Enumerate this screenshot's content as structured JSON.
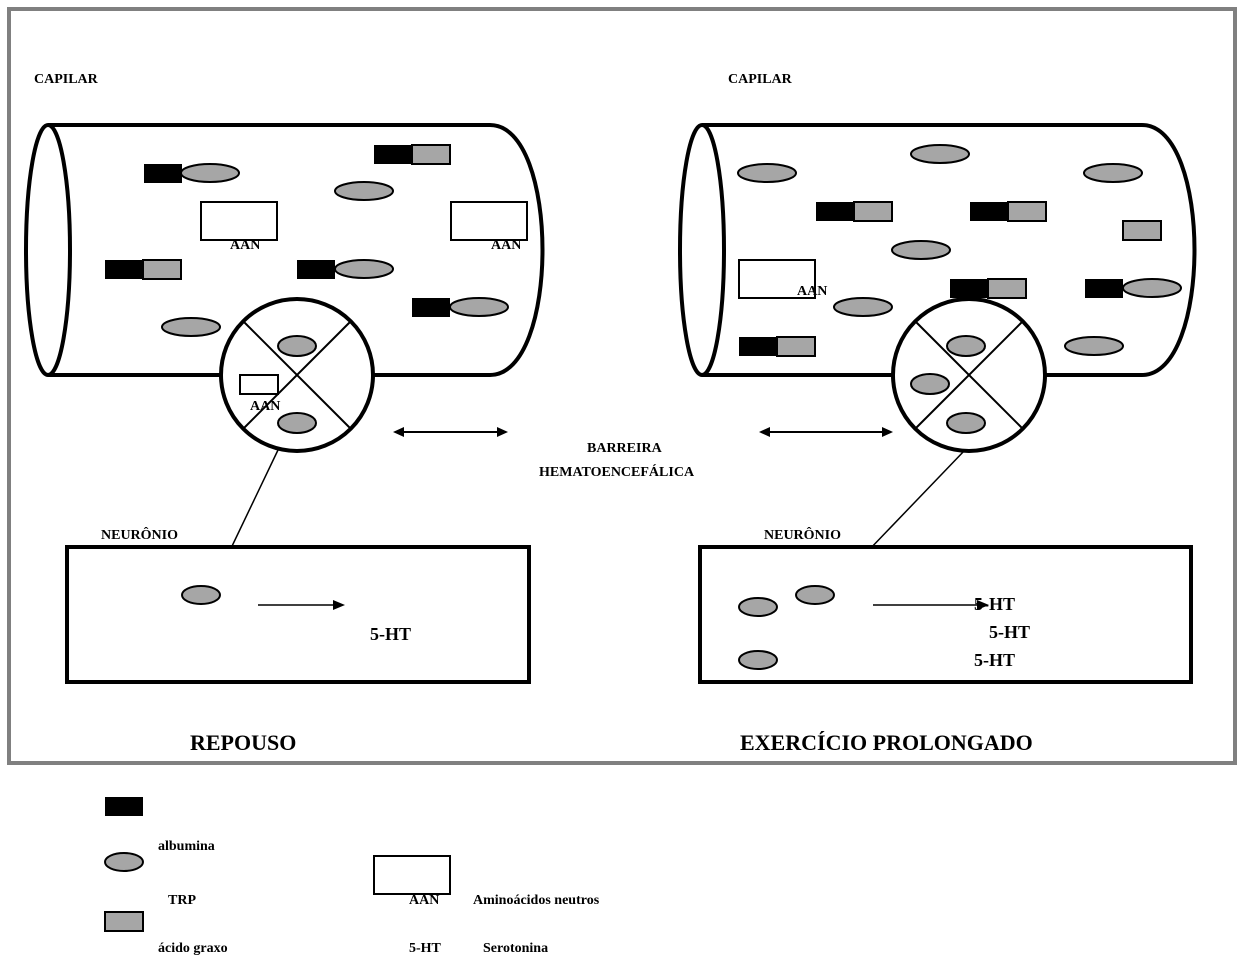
{
  "labels": {
    "capilar": "CAPILAR",
    "aan": "AAN",
    "barreira_line1": "BARREIRA",
    "barreira_line2": "HEMATOENCEFÁLICA",
    "neuronio": "NEURÔNIO",
    "serotonin_abbr": "5-HT"
  },
  "panels": {
    "rest": {
      "title": "REPOUSO"
    },
    "exercise": {
      "title": "EXERCÍCIO PROLONGADO"
    }
  },
  "legend": {
    "albumina": "albumina",
    "trp": "TRP",
    "acido_graxo": "ácido graxo",
    "aan_abbr": "AAN",
    "aan_desc": "Aminoácidos neutros",
    "ht_abbr": "5-HT",
    "ht_desc": "Serotonina"
  },
  "colors": {
    "albumin": "#000000",
    "trp": "#a6a6a6",
    "fatty_acid": "#a6a6a6",
    "outline": "#000000",
    "frame": "#808080"
  }
}
